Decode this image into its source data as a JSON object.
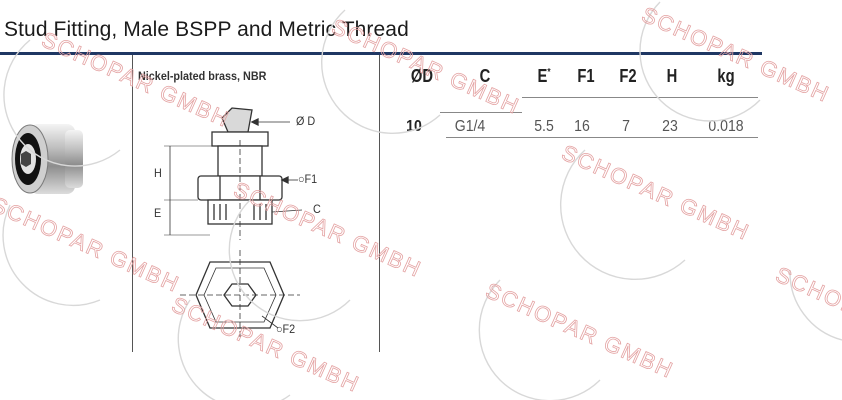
{
  "title": "Stud Fitting, Male BSPP and Metric Thread",
  "material": "Nickel-plated brass, NBR",
  "drawing_labels": {
    "od": "Ø D",
    "f1": "F1",
    "h": "H",
    "e": "E",
    "c": "C",
    "f2": "F2"
  },
  "table": {
    "headers": [
      "ØD",
      "C",
      "E",
      "F1",
      "F2",
      "H",
      "kg"
    ],
    "header_note": "*",
    "rows": [
      [
        "10",
        "G1/4",
        "5.5",
        "16",
        "7",
        "23",
        "0.018"
      ]
    ]
  },
  "watermark": "SCHOPAR GMBH",
  "colors": {
    "title_rule": "#1f3763",
    "watermark": "#e4a3a3"
  }
}
